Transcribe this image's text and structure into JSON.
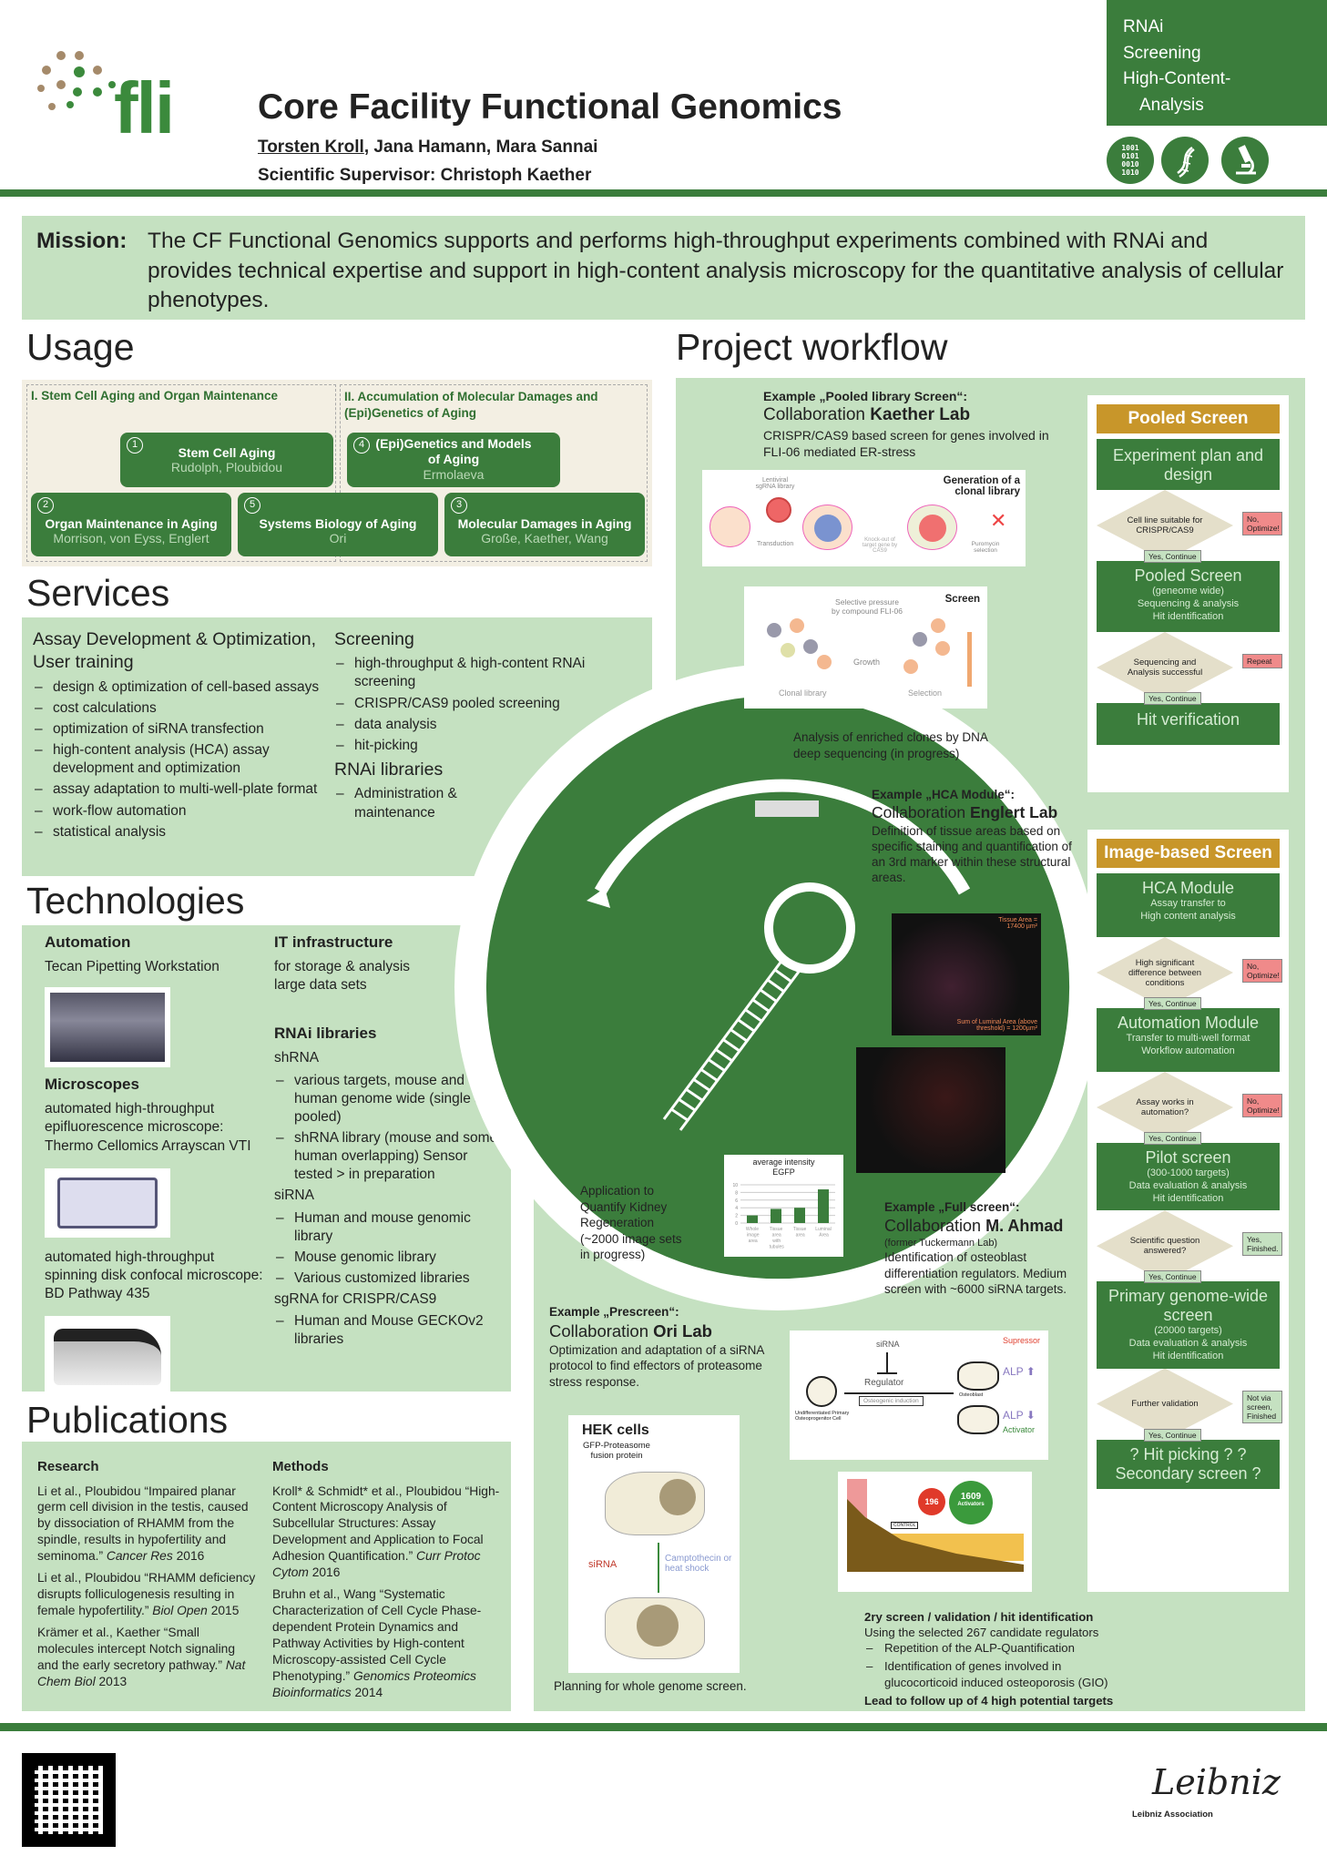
{
  "header": {
    "logo_text": "fli",
    "title": "Core Facility Functional Genomics",
    "author_main": "Torsten Kroll",
    "authors_rest": ", Jana Hamann, Mara Sannai",
    "supervisor": "Scientific Supervisor: Christoph Kaether",
    "topics": [
      "RNAi",
      "Screening",
      "High-Content-",
      "Analysis"
    ],
    "icon_binary": "1001\n0101\n0010\n1010"
  },
  "mission": {
    "label": "Mission:",
    "text": "The CF Functional Genomics supports and performs high-throughput experiments combined with RNAi and provides technical expertise and support in high-content analysis microscopy for the quantitative analysis of cellular phenotypes."
  },
  "usage": {
    "heading": "Usage",
    "group1": "I. Stem Cell Aging and Organ Maintenance",
    "group2": "II. Accumulation of Molecular Damages and (Epi)Genetics of Aging",
    "items": [
      {
        "num": "1",
        "name": "Stem Cell Aging",
        "pis": "Rudolph, Ploubidou"
      },
      {
        "num": "4",
        "name": "(Epi)Genetics and Models of Aging",
        "pis": "Ermolaeva"
      },
      {
        "num": "2",
        "name": "Organ Maintenance in Aging",
        "pis": "Morrison, von Eyss, Englert"
      },
      {
        "num": "5",
        "name": "Systems Biology of Aging",
        "pis": "Ori"
      },
      {
        "num": "3",
        "name": "Molecular Damages in Aging",
        "pis": "Große, Kaether, Wang"
      }
    ]
  },
  "services": {
    "heading": "Services",
    "col1_title": "Assay Development & Optimization, User training",
    "col1_items": [
      "design & optimization of cell-based assays",
      "cost calculations",
      "optimization of siRNA transfection",
      "high-content analysis (HCA) assay development and optimization",
      "assay adaptation to multi-well-plate format",
      "work-flow automation",
      "statistical analysis"
    ],
    "col2_title": "Screening",
    "col2_items": [
      "high-throughput & high-content RNAi screening",
      "CRISPR/CAS9 pooled screening",
      "data analysis",
      "hit-picking"
    ],
    "col3_title": "RNAi libraries",
    "col3_items": [
      "Administration & maintenance"
    ]
  },
  "technologies": {
    "heading": "Technologies",
    "automation_title": "Automation",
    "automation_text": "Tecan Pipetting Workstation",
    "microscopes_title": "Microscopes",
    "microscope1": "automated high-throughput epifluorescence microscope: Thermo Cellomics Arrayscan VTI",
    "microscope2": "automated high-throughput spinning disk confocal microscope: BD Pathway 435",
    "it_title": "IT infrastructure",
    "it_text": "for storage & analysis large data sets",
    "rnai_title": "RNAi libraries",
    "shrna": "shRNA",
    "shrna_items": [
      "various  targets, mouse and human genome wide (single and pooled)",
      "shRNA library (mouse and some human overlapping) Sensor tested > in preparation"
    ],
    "sirna": "siRNA",
    "sirna_items": [
      "Human and mouse genomic library",
      "Mouse genomic  library",
      "Various customized libraries"
    ],
    "sgrna": "sgRNA for CRISPR/CAS9",
    "sgrna_items": [
      "Human and Mouse GECKOv2 libraries"
    ]
  },
  "publications": {
    "heading": "Publications",
    "research_title": "Research",
    "research": [
      {
        "text": "Li et al., Ploubidou “Impaired planar germ cell division in the testis, caused by dissociation of RHAMM from the spindle, results in hypofertility and seminoma.” ",
        "journal": "Cancer Res",
        "year": " 2016"
      },
      {
        "text": "Li et al., Ploubidou “RHAMM deficiency disrupts folliculogenesis resulting in female hypofertility.” ",
        "journal": "Biol Open",
        "year": " 2015"
      },
      {
        "text": "Krämer et al., Kaether “Small molecules intercept Notch signaling and the early secretory pathway.” ",
        "journal": "Nat Chem Biol",
        "year": " 2013"
      }
    ],
    "methods_title": "Methods",
    "methods": [
      {
        "text": "Kroll* & Schmidt* et al., Ploubidou “High-Content Microscopy Analysis of Subcellular Structures: Assay Development and Application to Focal Adhesion Quantification.” ",
        "journal": "Curr Protoc Cytom",
        "year": " 2016"
      },
      {
        "text": "Bruhn et al., Wang “Systematic Characterization of Cell Cycle Phase-dependent Protein Dynamics and Pathway Activities by High-content Microscopy-assisted Cell Cycle Phenotyping.” ",
        "journal": "Genomics Proteomics Bioinformatics",
        "year": " 2014"
      }
    ]
  },
  "workflow": {
    "heading": "Project workflow",
    "kaether": {
      "example": "Example „Pooled library Screen“:",
      "collab": "Collaboration ",
      "lab": "Kaether  Lab",
      "desc": "CRISPR/CAS9 based screen for genes involved in FLI-06 mediated ER-stress",
      "fig1_title": "Generation of a clonal library",
      "fig1_labels": [
        "Lentiviral sgRNA library",
        "Transduction",
        "Knock-out of target gene by CAS9",
        "Puromycin selection"
      ],
      "fig2_title": "Screen",
      "fig2_labels": [
        "Selective pressure by compound FLI-06",
        "Growth",
        "Clonal library",
        "Selection"
      ],
      "result": "Analysis of enriched clones by DNA deep sequencing (in progress)"
    },
    "englert": {
      "example": "Example „HCA Module“:",
      "collab": "Collaboration ",
      "lab": "Englert Lab",
      "desc": "Definition of tissue areas based on specific staining and quantification of an 3rd marker within these structural areas.",
      "img_label1": "Tissue Area = 17400 µm²",
      "img_label2": "Sum of Luminal Area (above threshold) = 1200µm²",
      "result": "Application to Quantify Kidney Regeneration (~2000 image sets in progress)"
    },
    "egfp_chart": {
      "type": "bar",
      "title": "average intensity EGFP",
      "categories": [
        "Whole image area",
        "Tissue area with tubules",
        "Tissue area",
        "Luminal Area"
      ],
      "values": [
        2,
        3.7,
        4,
        8.8
      ],
      "ylim": [
        0,
        10
      ],
      "yticks": [
        "0",
        "2",
        "4",
        "6",
        "8",
        "10"
      ]
    },
    "ahmad": {
      "example": "Example „Full screen“:",
      "collab": "Collaboration ",
      "lab": "M. Ahmad",
      "former": "(former Tuckermann Lab)",
      "desc": "Identification of osteoblast differentiation regulators. Medium screen with ~6000 siRNA targets.",
      "fig_sirna": "siRNA",
      "fig_regulator": "Regulator",
      "fig_induction": "Osteogenic induction",
      "fig_cell": "Undifferentiated Primary Osteoprogenitor Cell",
      "fig_osteoblast": "Osteoblast",
      "fig_supressor": "Supressor",
      "fig_activator": "Activator",
      "fig_alp": "ALP",
      "hits_sup": "196",
      "hits_act": "1609",
      "hits_act_label": "Activators",
      "control": "CONTROL",
      "validation_title": "2ry screen / validation / hit identification",
      "validation_intro": "Using the selected 267 candidate regulators",
      "validation_items": [
        "Repetition of the ALP-Quantification",
        "Identification of genes involved in glucocorticoid induced osteoporosis (GIO)"
      ],
      "lead": "Lead to follow up of 4 high potential targets"
    },
    "ori": {
      "example": "Example „Prescreen“:",
      "collab": "Collaboration ",
      "lab": "Ori Lab",
      "desc": "Optimization and adaptation of a siRNA protocol to find effectors of proteasome stress response.",
      "fig_title": "HEK cells",
      "fig_sub": "GFP-Proteasome fusion protein",
      "fig_sirna": "siRNA",
      "fig_treat": "Camptothecin or heat shock",
      "result": "Planning for whole genome screen."
    }
  },
  "pooled_screen": {
    "title": "Pooled Screen",
    "steps": [
      {
        "type": "box",
        "title": "Experiment plan and design",
        "sub": []
      },
      {
        "type": "decision",
        "q": "Cell line suitable for CRISPR/CAS9",
        "side": "No, Optimize!",
        "side_kind": "no",
        "yes": "Yes, Continue"
      },
      {
        "type": "box",
        "title": "Pooled Screen",
        "sub": [
          "(geneome wide)",
          "Sequencing & analysis",
          "Hit identification"
        ]
      },
      {
        "type": "decision",
        "q": "Sequencing and Analysis successful",
        "side": "Repeat",
        "side_kind": "no",
        "yes": "Yes, Continue"
      },
      {
        "type": "box",
        "title": "Hit verification",
        "sub": []
      }
    ]
  },
  "image_screen": {
    "title": "Image-based Screen",
    "steps": [
      {
        "type": "box",
        "title": "HCA Module",
        "sub": [
          "Assay transfer to",
          "High content analysis"
        ]
      },
      {
        "type": "decision",
        "q": "High significant difference between conditions",
        "side": "No, Optimize!",
        "side_kind": "no",
        "yes": "Yes, Continue"
      },
      {
        "type": "box",
        "title": "Automation Module",
        "sub": [
          "Transfer to multi-well format",
          "Workflow automation"
        ]
      },
      {
        "type": "decision",
        "q": "Assay works in automation?",
        "side": "No, Optimize!",
        "side_kind": "no",
        "yes": "Yes, Continue"
      },
      {
        "type": "box",
        "title": "Pilot screen",
        "sub": [
          "(300-1000 targets)",
          "Data evaluation & analysis",
          "Hit identification"
        ]
      },
      {
        "type": "decision",
        "q": "Scientific question answered?",
        "side": "Yes, Finished.",
        "side_kind": "ok",
        "yes": "Yes, Continue"
      },
      {
        "type": "box",
        "title": "Primary genome-wide screen",
        "sub": [
          "(20000 targets)",
          "Data evaluation & analysis",
          "Hit identification"
        ]
      },
      {
        "type": "decision",
        "q": "Further validation",
        "side": "Not via screen, Finished",
        "side_kind": "ok",
        "yes": "Yes, Continue"
      },
      {
        "type": "box",
        "title": "? Hit picking ? ? Secondary screen ?",
        "sub": []
      }
    ]
  },
  "footer": {
    "leibniz_script": "Leibniz",
    "leibniz_label": "Leibniz Association"
  },
  "colors": {
    "green": "#3b7d3c",
    "light_green": "#c5e1c1",
    "beige": "#f3efe3",
    "gold": "#c8962a",
    "red": "#f08a8a"
  }
}
